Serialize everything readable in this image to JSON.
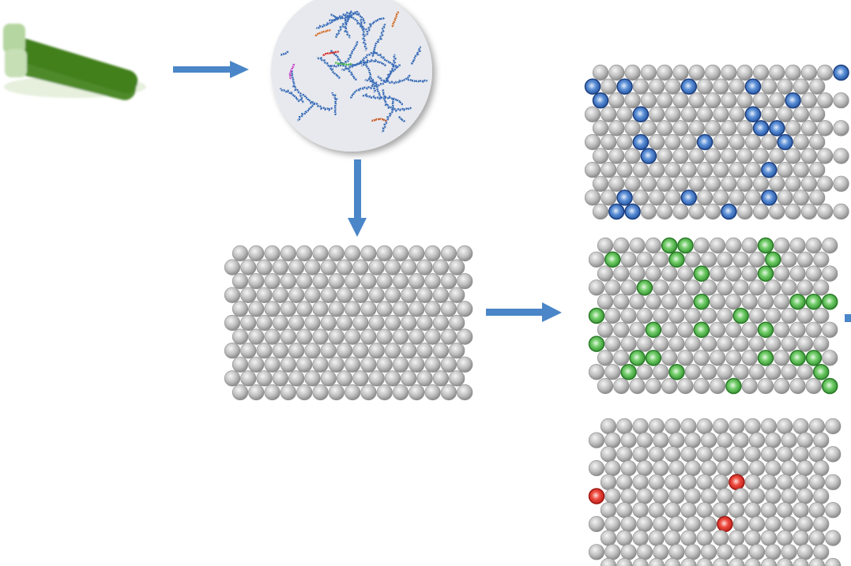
{
  "colors": {
    "arrow": "#4a86c8",
    "bead": "#b8b8b8",
    "tube": "#4f8a2a",
    "blue": "#2f64b4",
    "green": "#4db34a",
    "red": "#e0302a",
    "molecule_bg": "#e8e9ee"
  },
  "icons": [
    "sample-tubes-icon",
    "molecule-mixture-icon"
  ],
  "lattices": [
    {
      "name": "unlabeled-lattice",
      "rows": 11,
      "cols": 15,
      "dopants": []
    },
    {
      "name": "blue-doped-lattice",
      "rows": 11,
      "cols": 15,
      "dopant_color": "blue",
      "dopants": [
        [
          0,
          15
        ],
        [
          1,
          0
        ],
        [
          1,
          2
        ],
        [
          1,
          6
        ],
        [
          1,
          10
        ],
        [
          2,
          0
        ],
        [
          2,
          12
        ],
        [
          3,
          3
        ],
        [
          3,
          10
        ],
        [
          4,
          10
        ],
        [
          4,
          11
        ],
        [
          5,
          3
        ],
        [
          5,
          7
        ],
        [
          5,
          12
        ],
        [
          6,
          3
        ],
        [
          7,
          11
        ],
        [
          9,
          2
        ],
        [
          9,
          6
        ],
        [
          9,
          11
        ],
        [
          10,
          1
        ],
        [
          10,
          2
        ],
        [
          10,
          8
        ]
      ]
    },
    {
      "name": "green-doped-lattice",
      "rows": 11,
      "cols": 15,
      "dopant_color": "green",
      "dopants": [
        [
          0,
          4
        ],
        [
          0,
          5
        ],
        [
          0,
          10
        ],
        [
          1,
          1
        ],
        [
          1,
          5
        ],
        [
          1,
          11
        ],
        [
          2,
          6
        ],
        [
          2,
          10
        ],
        [
          3,
          3
        ],
        [
          4,
          6
        ],
        [
          4,
          12
        ],
        [
          4,
          13
        ],
        [
          4,
          14
        ],
        [
          5,
          0
        ],
        [
          5,
          9
        ],
        [
          6,
          3
        ],
        [
          6,
          6
        ],
        [
          6,
          10
        ],
        [
          7,
          0
        ],
        [
          8,
          2
        ],
        [
          8,
          3
        ],
        [
          8,
          10
        ],
        [
          8,
          12
        ],
        [
          8,
          13
        ],
        [
          9,
          2
        ],
        [
          9,
          5
        ],
        [
          9,
          14
        ],
        [
          10,
          8
        ],
        [
          10,
          14
        ]
      ]
    },
    {
      "name": "red-doped-lattice",
      "rows": 11,
      "cols": 15,
      "dopant_color": "red",
      "dopants": [
        [
          4,
          8
        ],
        [
          5,
          0
        ],
        [
          7,
          8
        ]
      ]
    }
  ]
}
